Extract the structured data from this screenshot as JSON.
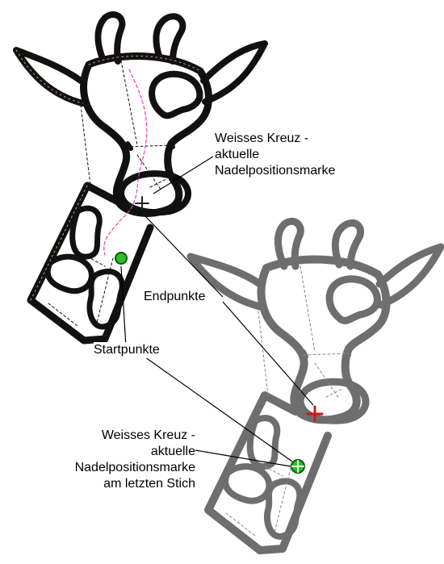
{
  "labels": {
    "top_marker": {
      "lines": [
        "Weisses Kreuz -",
        "aktuelle",
        "Nadelpositionsmarke"
      ]
    },
    "end_points": "Endpunkte",
    "start_points": "Startpunkte",
    "bottom_marker": {
      "lines": [
        "Weisses Kreuz -",
        "aktuelle",
        "Nadelpositionsmarke",
        "am letzten Stich"
      ]
    }
  },
  "colors": {
    "outline_black": "#111111",
    "outline_gray": "#6e6e6e",
    "travel_pink": "#e040c8",
    "start_marker": "#2bbf2b",
    "end_marker": "#cc1a1a"
  }
}
